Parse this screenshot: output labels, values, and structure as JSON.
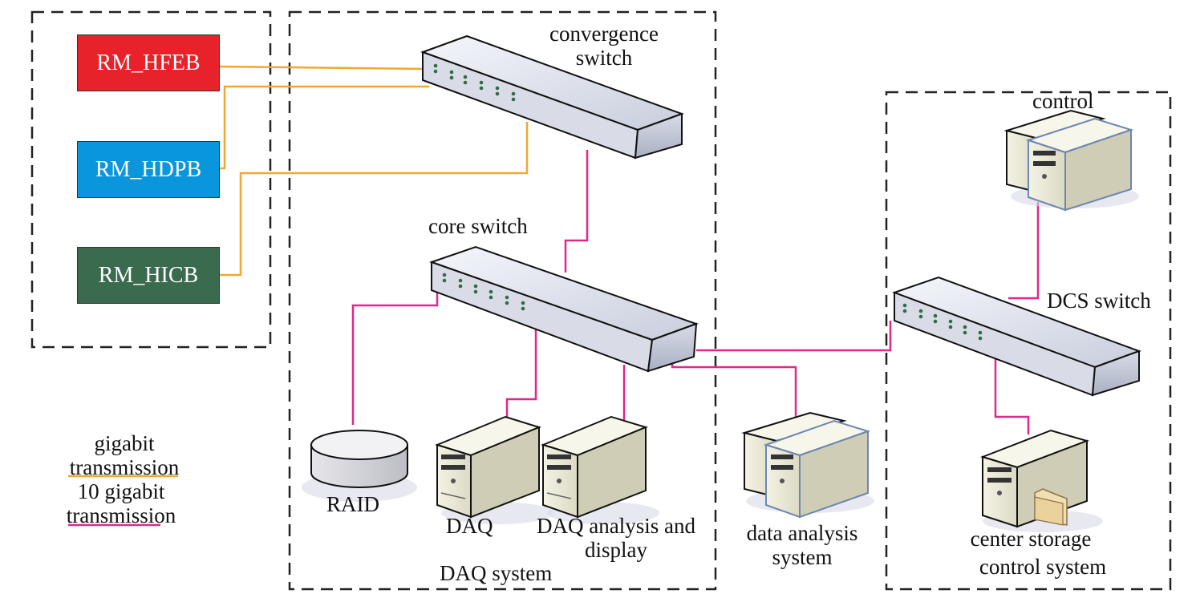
{
  "boards": [
    {
      "label": "RM_HFEB",
      "color": "#e8222a"
    },
    {
      "label": "RM_HDPB",
      "color": "#0a96dc"
    },
    {
      "label": "RM_HICB",
      "color": "#3b6b4e"
    }
  ],
  "labels": {
    "convergence_switch": [
      "convergence",
      "switch"
    ],
    "core_switch": "core switch",
    "dcs_switch": "DCS switch",
    "control": "control",
    "raid": "RAID",
    "daq": "DAQ",
    "daq_analysis": [
      "DAQ analysis and",
      "display"
    ],
    "daq_system": "DAQ system",
    "data_analysis": [
      "data analysis",
      "system"
    ],
    "center_storage": [
      "center storage",
      "control system"
    ]
  },
  "legend": {
    "gigabit": [
      "gigabit",
      "transmission"
    ],
    "ten_gigabit": [
      "10 gigabit",
      "transmission"
    ]
  },
  "colors": {
    "gigabit_line": "#f0a830",
    "ten_gigabit_line": "#e0288a",
    "dashed_border": "#222222"
  }
}
